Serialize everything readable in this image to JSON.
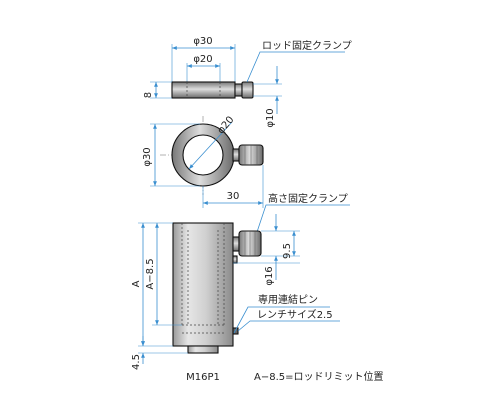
{
  "colors": {
    "dimension_line": "#3a8fd0",
    "body_fill": "#cfcfcf",
    "outline": "#111111"
  },
  "top_view": {
    "dim_width": "φ30",
    "dim_inner": "φ20",
    "dim_height": "8",
    "dim_shaft": "φ10",
    "label_rod_clamp": "ロッド固定クランプ"
  },
  "plan_view": {
    "dim_bore": "φ20",
    "dim_outer": "φ30",
    "dim_offset": "30",
    "label_height_clamp": "高さ固定クランプ"
  },
  "front_view": {
    "dim_a": "A",
    "dim_a_minus": "A−8.5",
    "dim_knob": "9.5",
    "dim_shaft": "φ16",
    "dim_base": "4.5",
    "thread_label": "M16P1",
    "label_pin": "専用連結ピン",
    "label_wrench": "レンチサイズ2.5"
  },
  "note": "A−8.5=ロッドリミット位置"
}
